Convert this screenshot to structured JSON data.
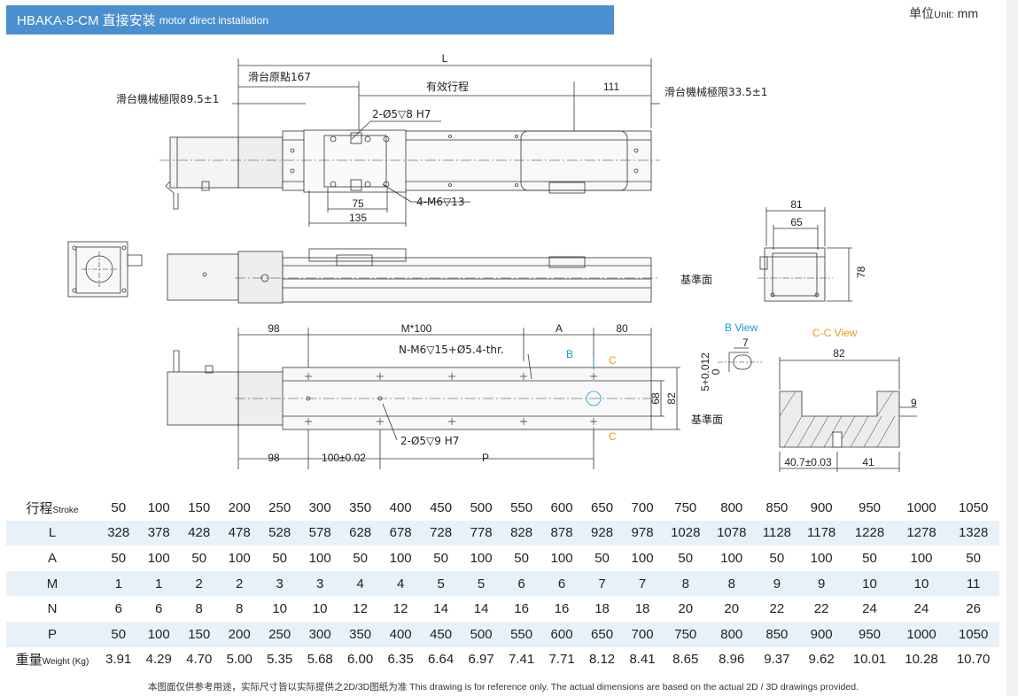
{
  "header": {
    "title": "HBAKA-8-CM 直接安装",
    "subtitle": "motor direct installation"
  },
  "unit": {
    "label": "单位",
    "small": "Unit:",
    "value": "mm"
  },
  "drawing": {
    "top_view": {
      "L": "L",
      "origin": "滑台原點167",
      "stroke": "有效行程",
      "d111": "111",
      "limit_left": "滑台機械極限89.5±1",
      "limit_right": "滑台機械極限33.5±1",
      "hole_pin": "2-Ø5▽8 H7",
      "hole_thread": "4-M6▽13",
      "d75": "75",
      "d135": "135"
    },
    "end_view": {
      "d81": "81",
      "d65": "65",
      "d78": "78",
      "datum": "基準面"
    },
    "bottom_view": {
      "d98a": "98",
      "m100": "M*100",
      "A": "A",
      "d80": "80",
      "thread": "N-M6▽15+Ø5.4-thr.",
      "pin": "2-Ø5▽9 H7",
      "d98b": "98",
      "d100": "100±0.02",
      "P": "P",
      "d68": "68",
      "d82": "82",
      "datum": "基準面",
      "B": "B",
      "C1": "C",
      "C2": "C"
    },
    "b_view": {
      "title": "B View",
      "d7": "7",
      "tol": "5+0.012",
      "tol0": "0"
    },
    "cc_view": {
      "title": "C-C View",
      "d82": "82",
      "d9": "9",
      "d40": "40.7±0.03",
      "d41": "41"
    },
    "colors": {
      "blue": "#1a9ad6",
      "orange": "#e89a1a",
      "header": "#4a8fcf"
    }
  },
  "table": {
    "rows": [
      {
        "label": "行程",
        "small": "Stroke",
        "values": [
          "50",
          "100",
          "150",
          "200",
          "250",
          "300",
          "350",
          "400",
          "450",
          "500",
          "550",
          "600",
          "650",
          "700",
          "750",
          "800",
          "850",
          "900",
          "950",
          "1000",
          "1050"
        ]
      },
      {
        "label": "L",
        "small": "",
        "values": [
          "328",
          "378",
          "428",
          "478",
          "528",
          "578",
          "628",
          "678",
          "728",
          "778",
          "828",
          "878",
          "928",
          "978",
          "1028",
          "1078",
          "1128",
          "1178",
          "1228",
          "1278",
          "1328"
        ]
      },
      {
        "label": "A",
        "small": "",
        "values": [
          "50",
          "100",
          "50",
          "100",
          "50",
          "100",
          "50",
          "100",
          "50",
          "100",
          "50",
          "100",
          "50",
          "100",
          "50",
          "100",
          "50",
          "100",
          "50",
          "100",
          "50"
        ]
      },
      {
        "label": "M",
        "small": "",
        "values": [
          "1",
          "1",
          "2",
          "2",
          "3",
          "3",
          "4",
          "4",
          "5",
          "5",
          "6",
          "6",
          "7",
          "7",
          "8",
          "8",
          "9",
          "9",
          "10",
          "10",
          "11"
        ]
      },
      {
        "label": "N",
        "small": "",
        "values": [
          "6",
          "6",
          "8",
          "8",
          "10",
          "10",
          "12",
          "12",
          "14",
          "14",
          "16",
          "16",
          "18",
          "18",
          "20",
          "20",
          "22",
          "22",
          "24",
          "24",
          "26"
        ]
      },
      {
        "label": "P",
        "small": "",
        "values": [
          "50",
          "100",
          "150",
          "200",
          "250",
          "300",
          "350",
          "400",
          "450",
          "500",
          "550",
          "600",
          "650",
          "700",
          "750",
          "800",
          "850",
          "900",
          "950",
          "1000",
          "1050"
        ]
      },
      {
        "label": "重量",
        "small": "Weight (Kg)",
        "values": [
          "3.91",
          "4.29",
          "4.70",
          "5.00",
          "5.35",
          "5.68",
          "6.00",
          "6.35",
          "6.64",
          "6.97",
          "7.41",
          "7.71",
          "8.12",
          "8.41",
          "8.65",
          "8.96",
          "9.37",
          "9.62",
          "10.01",
          "10.28",
          "10.70"
        ]
      }
    ]
  },
  "footnote": "本图面仅供参考用途，实际尺寸皆以实际提供之2D/3D图纸为准 This drawing is for reference only. The actual dimensions are based on the actual 2D / 3D drawings provided."
}
